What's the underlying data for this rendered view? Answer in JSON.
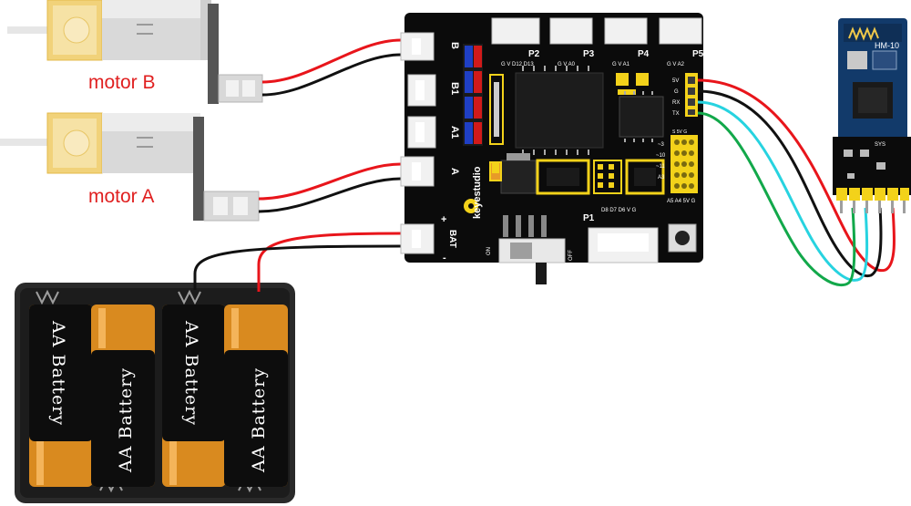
{
  "motors": {
    "b_label": "motor B",
    "a_label": "motor A"
  },
  "batteries": [
    {
      "label": "AA Battery"
    },
    {
      "label": "AA Battery"
    },
    {
      "label": "AA Battery"
    },
    {
      "label": "AA Battery"
    }
  ],
  "board": {
    "brand": "keyestudio",
    "port_b": "B",
    "port_b1": "B1",
    "port_a1": "A1",
    "port_a": "A",
    "port_bat": "BAT",
    "bat_plus": "+",
    "bat_minus": "-",
    "p2": "P2",
    "p3": "P3",
    "p4": "P4",
    "p5": "P5",
    "p1": "P1",
    "p2_pins": "G  V  D12 D13",
    "p3_pins": "G  V  A0",
    "p4_pins": "G  V  A1",
    "p5_pins": "G  V  A2",
    "p1_pins": "D8  D7  D6  V  G",
    "ble_pins": [
      "5V",
      "G",
      "RX",
      "TX"
    ],
    "switch_on": "ON",
    "switch_off": "OFF",
    "digital_pins": [
      "~3",
      "~10",
      "~11",
      "A3"
    ],
    "header_top": "S  5V  G",
    "header_bottom": "A5  A4  5V  G"
  },
  "ble_module": {
    "name": "HM-10",
    "sys_label": "SYS"
  },
  "wire_colors": {
    "red": "#e8151b",
    "black": "#111111",
    "cyan": "#27d3e0",
    "green": "#12a84a"
  }
}
